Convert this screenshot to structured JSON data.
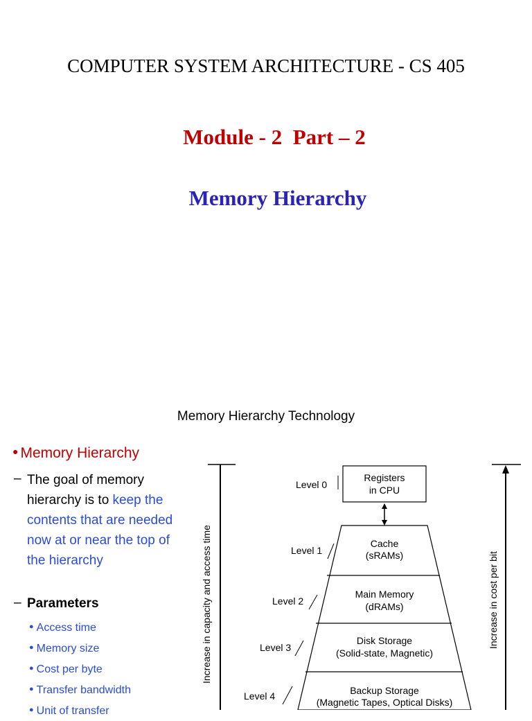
{
  "slide1": {
    "course_title": "COMPUTER SYSTEM ARCHITECTURE - CS 405",
    "module": "Module - 2  Part – 2",
    "topic": "Memory Hierarchy"
  },
  "slide2": {
    "title": "Memory Hierarchy Technology",
    "bullet_heading": "Memory Hierarchy",
    "goal_prefix": "The goal of memory hierarchy is to ",
    "goal_highlight": "keep the contents that are needed now at or near the top of the hierarchy",
    "parameters_label": "Parameters",
    "parameters": [
      "Access time",
      "Memory size",
      "Cost per byte",
      "Transfer bandwidth",
      "Unit of transfer"
    ],
    "colors": {
      "red": "#c00000",
      "blue_title": "#2a23b5",
      "blue_text": "#2a4bd7"
    }
  },
  "diagram": {
    "left_axis_label": "Increase in capacity and access time",
    "right_axis_label": "Increase in cost per bit",
    "levels": [
      {
        "level": "Level 0",
        "line1": "Registers",
        "line2": "in CPU"
      },
      {
        "level": "Level 1",
        "line1": "Cache",
        "line2": "(sRAMs)"
      },
      {
        "level": "Level 2",
        "line1": "Main Memory",
        "line2": "(dRAMs)"
      },
      {
        "level": "Level 3",
        "line1": "Disk Storage",
        "line2": "(Solid-state, Magnetic)"
      },
      {
        "level": "Level 4",
        "line1": "Backup Storage",
        "line2": "(Magnetic Tapes, Optical Disks)"
      }
    ]
  }
}
